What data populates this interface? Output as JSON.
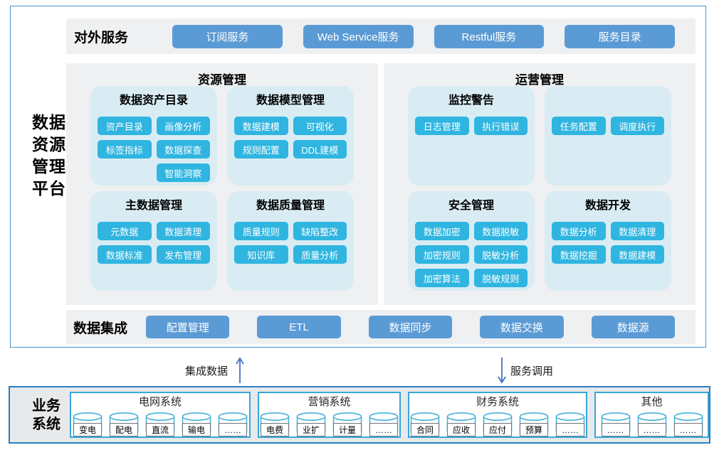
{
  "platform": {
    "side_title_lines": [
      "数据",
      "资源",
      "管理",
      "平台"
    ],
    "external_services": {
      "label": "对外服务",
      "buttons": [
        "订阅服务",
        "Web Service服务",
        "Restful服务",
        "服务目录"
      ]
    },
    "panels": [
      {
        "id": "resource-management",
        "title": "资源管理",
        "groups": [
          {
            "id": "data-asset-catalog",
            "title": "数据资产目录",
            "rows": [
              [
                "资产目录",
                "画像分析"
              ],
              [
                "标签指标",
                "数据探查"
              ],
              [
                null,
                "智能洞察"
              ]
            ]
          },
          {
            "id": "data-model-management",
            "title": "数据模型管理",
            "rows": [
              [
                "数据建模",
                "可视化"
              ],
              [
                "规则配置",
                "DDL建模"
              ]
            ]
          },
          {
            "id": "master-data-management",
            "title": "主数据管理",
            "rows": [
              [
                "元数据",
                "数据清理"
              ],
              [
                "数据标准",
                "发布管理"
              ]
            ]
          },
          {
            "id": "data-quality-management",
            "title": "数据质量管理",
            "rows": [
              [
                "质量规则",
                "缺陷整改"
              ],
              [
                "知识库",
                "质量分析"
              ]
            ]
          }
        ]
      },
      {
        "id": "operation-management",
        "title": "运营管理",
        "groups": [
          {
            "id": "monitoring-alert",
            "title": "监控警告",
            "rows": [
              [
                "日志管理",
                "执行错误"
              ]
            ]
          },
          {
            "id": "task-scheduling",
            "title": "",
            "rows": [
              [
                "任务配置",
                "调度执行"
              ]
            ]
          },
          {
            "id": "security-management",
            "title": "安全管理",
            "rows": [
              [
                "数据加密",
                "数据脱敏"
              ],
              [
                "加密规则",
                "脱敏分析"
              ],
              [
                "加密算法",
                "脱敏规则"
              ]
            ]
          },
          {
            "id": "data-development",
            "title": "数据开发",
            "rows": [
              [
                "数据分析",
                "数据清理"
              ],
              [
                "数据挖掘",
                "数据建模"
              ]
            ]
          }
        ]
      }
    ],
    "data_integration": {
      "label": "数据集成",
      "buttons": [
        "配置管理",
        "ETL",
        "数据同步",
        "数据交换",
        "数据源"
      ]
    }
  },
  "flows": {
    "up_label": "集成数据",
    "down_label": "服务调用"
  },
  "business": {
    "label_lines": [
      "业务",
      "系统"
    ],
    "groups": [
      {
        "id": "power-grid-system",
        "title": "电网系统",
        "items": [
          "变电",
          "配电",
          "直流",
          "输电",
          "……"
        ]
      },
      {
        "id": "marketing-system",
        "title": "营销系统",
        "items": [
          "电费",
          "业扩",
          "计量",
          "……"
        ]
      },
      {
        "id": "finance-system",
        "title": "财务系统",
        "items": [
          "合同",
          "应收",
          "应付",
          "预算",
          "……"
        ]
      },
      {
        "id": "other-systems",
        "title": "其他",
        "items": [
          "……",
          "……",
          "……"
        ]
      }
    ]
  },
  "colors": {
    "steel_blue": "#5b9bd5",
    "cyan_blue": "#2fb5e0",
    "panel_gray": "#eef0f2",
    "subbox_blue": "#d9ecf4",
    "platform_border": "#4593ce",
    "business_border": "#2b7fc0",
    "cylinder_border": "#49b2da",
    "arrow_blue": "#4472c4"
  }
}
